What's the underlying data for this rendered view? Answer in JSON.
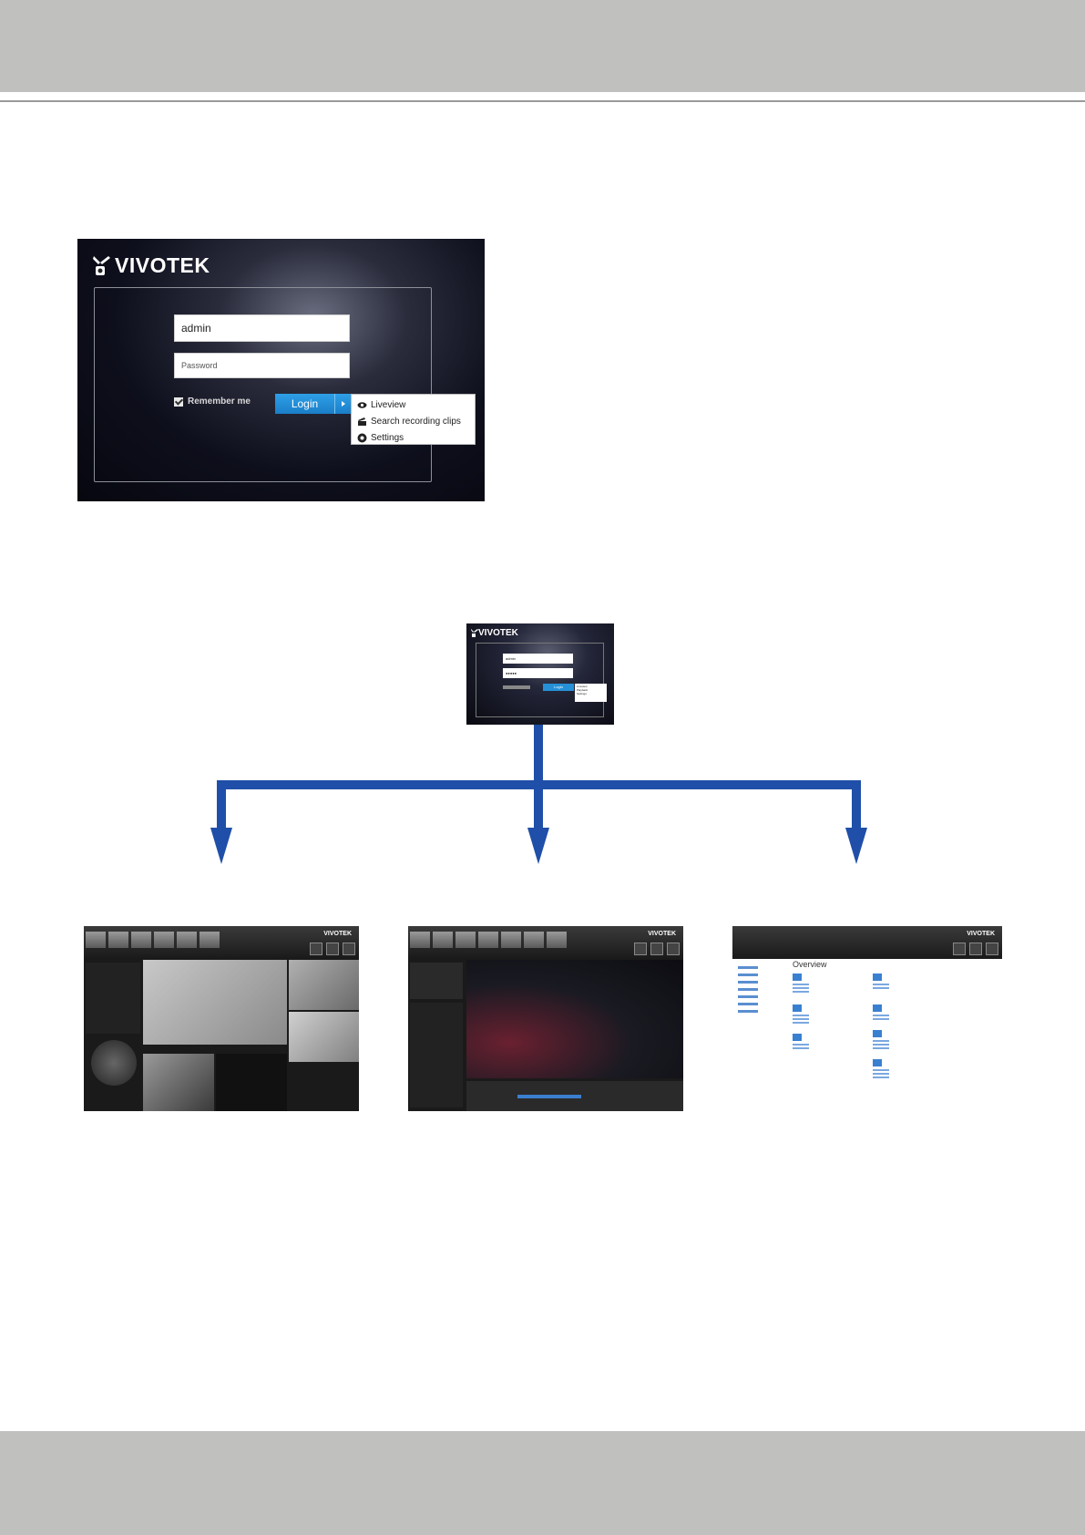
{
  "login_screen": {
    "brand": "VIVOTEK",
    "username_value": "admin",
    "password_placeholder": "Password",
    "remember_label": "Remember me",
    "login_button": "Login",
    "menu_items": [
      {
        "label": "Liveview",
        "icon": "eye-icon"
      },
      {
        "label": "Search recording clips",
        "icon": "clip-icon"
      },
      {
        "label": "Settings",
        "icon": "gear-icon"
      }
    ]
  },
  "mini_login": {
    "brand": "VIVOTEK",
    "username_value": "admin",
    "password_value": "●●●●●",
    "login_button": "Login",
    "menu_items": [
      "Liveview",
      "Playback",
      "Settings"
    ]
  },
  "settings_thumb": {
    "brand": "VIVOTEK",
    "title": "Overview"
  },
  "colors": {
    "band": "#c0c1bf",
    "arrow": "#1f4fa8",
    "login_blue": "#1a7ec8"
  }
}
